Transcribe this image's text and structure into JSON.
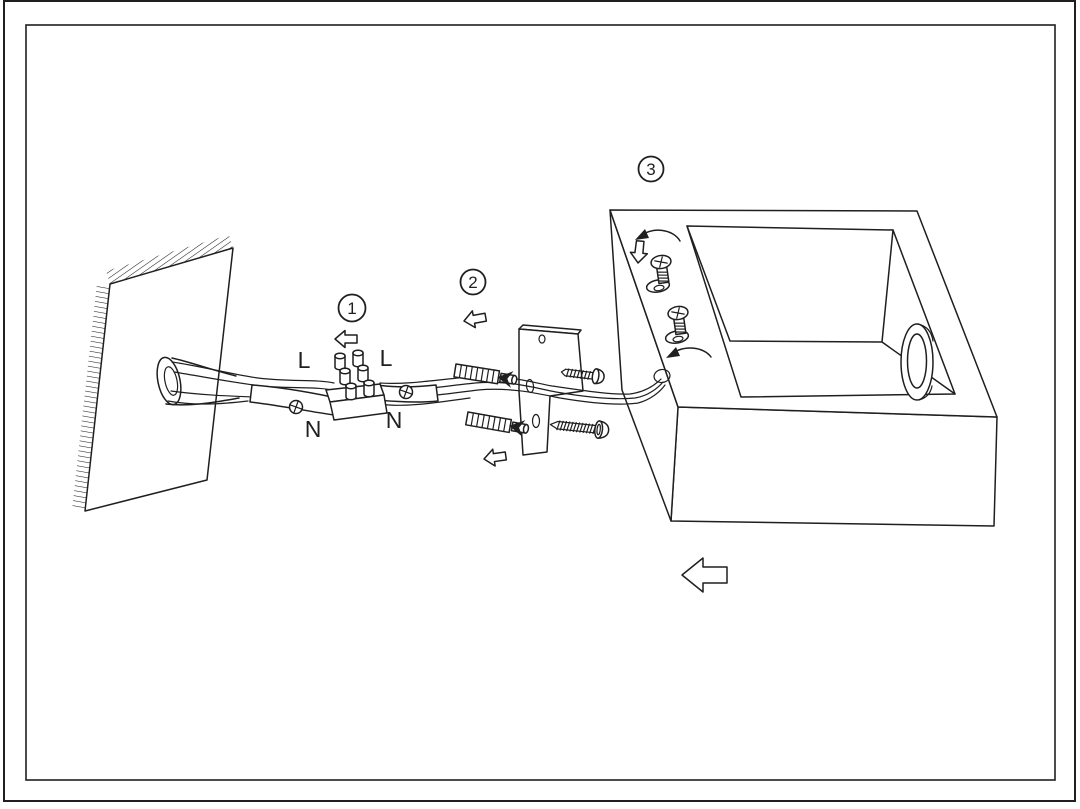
{
  "figure": {
    "kind": "wall-lamp-installation-diagram",
    "background_color": "#ffffff",
    "line_color": "#1f1f1f"
  },
  "steps": {
    "step1": "1",
    "step2": "2",
    "step3": "3"
  },
  "wire_labels": {
    "left_live": "L",
    "left_neutral": "N",
    "right_live": "L",
    "right_neutral": "N"
  },
  "icons": {
    "left_arrow": "push-left-arrow-icon",
    "down_arrow": "push-down-arrow-icon",
    "rotate_arrow": "rotate-counterclockwise-arrow-icon",
    "earth_screw": "screw-head-cross-icon"
  }
}
